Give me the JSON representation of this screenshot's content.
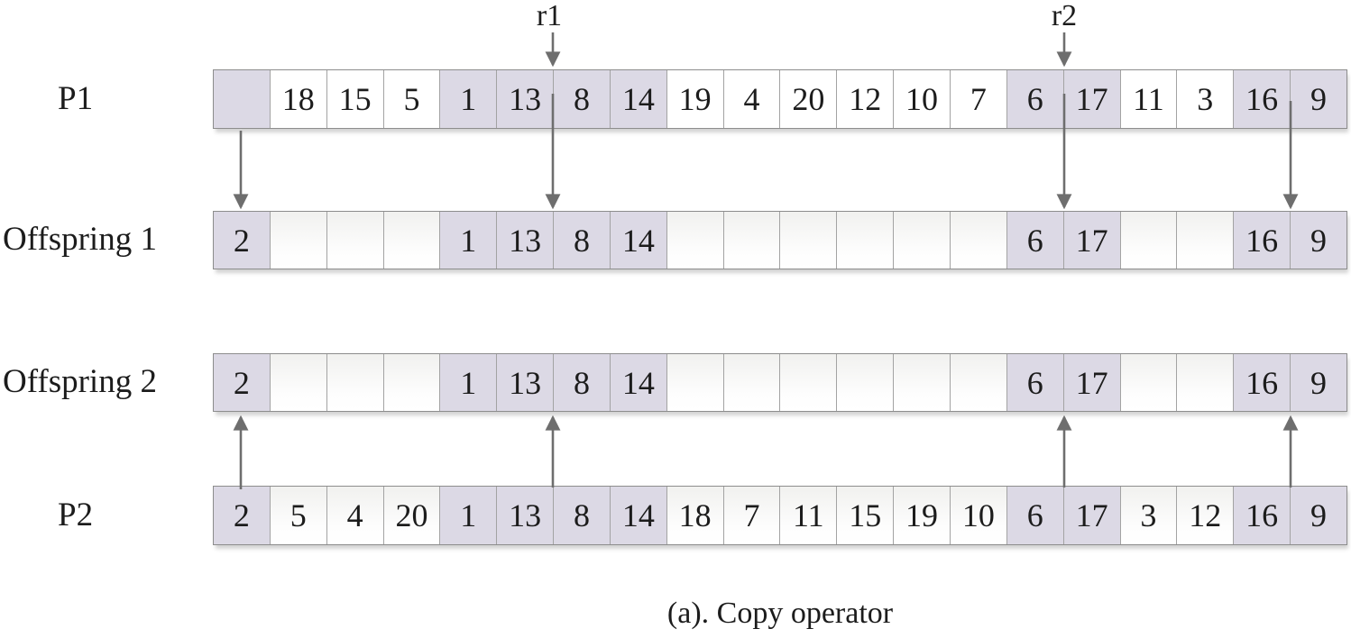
{
  "figure": {
    "caption": "(a). Copy operator",
    "cut_points": {
      "r1": "r1",
      "r2": "r2"
    }
  },
  "rows": [
    {
      "id": "p1",
      "label": "P1",
      "cells": [
        "",
        "18",
        "15",
        "5",
        "1",
        "13",
        "8",
        "14",
        "19",
        "4",
        "20",
        "12",
        "10",
        "7",
        "6",
        "17",
        "11",
        "3",
        "16",
        "9"
      ],
      "highlighted": [
        0,
        4,
        5,
        6,
        7,
        14,
        15,
        18,
        19
      ]
    },
    {
      "id": "offspring1",
      "label": "Offspring 1",
      "cells": [
        "2",
        "",
        "",
        "",
        "1",
        "13",
        "8",
        "14",
        "",
        "",
        "",
        "",
        "",
        "",
        "6",
        "17",
        "",
        "",
        "16",
        "9"
      ],
      "highlighted": [
        0,
        4,
        5,
        6,
        7,
        14,
        15,
        18,
        19
      ]
    },
    {
      "id": "offspring2",
      "label": "Offspring 2",
      "cells": [
        "2",
        "",
        "",
        "",
        "1",
        "13",
        "8",
        "14",
        "",
        "",
        "",
        "",
        "",
        "",
        "6",
        "17",
        "",
        "",
        "16",
        "9"
      ],
      "highlighted": [
        0,
        4,
        5,
        6,
        7,
        14,
        15,
        18,
        19
      ]
    },
    {
      "id": "p2",
      "label": "P2",
      "cells": [
        "2",
        "5",
        "4",
        "20",
        "1",
        "13",
        "8",
        "14",
        "18",
        "7",
        "11",
        "15",
        "19",
        "10",
        "6",
        "17",
        "3",
        "12",
        "16",
        "9"
      ],
      "highlighted": [
        0,
        4,
        5,
        6,
        7,
        14,
        15,
        18,
        19
      ]
    }
  ],
  "colors": {
    "highlight": "#dcd9e5",
    "arrow": "#6e6e6e",
    "border": "#9a9a9a"
  }
}
